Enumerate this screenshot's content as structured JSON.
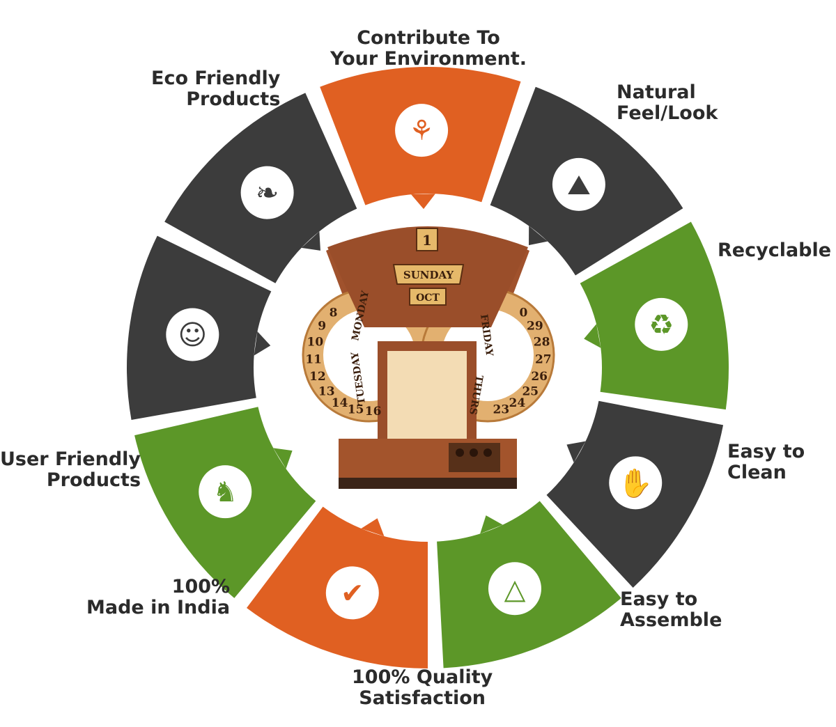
{
  "colors": {
    "dark": "#3c3c3c",
    "orange": "#e06022",
    "green": "#5c9728",
    "text": "#2b2b2b",
    "wood": "#a0522d",
    "wood_light": "#e2b070"
  },
  "features": [
    {
      "id": "contribute",
      "line1": "Contribute To",
      "line2": "Your Environment.",
      "icon": "plant-hands-icon",
      "color": "orange"
    },
    {
      "id": "natural",
      "line1": "Natural",
      "line2": "Feel/Look",
      "icon": "mountain-sun-icon",
      "color": "dark"
    },
    {
      "id": "recyclable",
      "line1": "Recyclable",
      "line2": "",
      "icon": "recycle-icon",
      "color": "green"
    },
    {
      "id": "easy-clean",
      "line1": "Easy to",
      "line2": "Clean",
      "icon": "wipe-hand-icon",
      "color": "dark"
    },
    {
      "id": "easy-assemble",
      "line1": "Easy to",
      "line2": "Assemble",
      "icon": "assemble-triangle-icon",
      "color": "green"
    },
    {
      "id": "quality",
      "line1": "100% Quality",
      "line2": "Satisfaction",
      "icon": "quality-hand-icon",
      "color": "orange"
    },
    {
      "id": "made-india",
      "line1": "100%",
      "line2": "Made in India",
      "icon": "lion-icon",
      "color": "green"
    },
    {
      "id": "user-friendly",
      "line1": "User Friendly",
      "line2": "Products",
      "icon": "office-user-icon",
      "color": "dark"
    },
    {
      "id": "eco-friendly",
      "line1": "Eco Friendly",
      "line2": "Products",
      "icon": "leaf-hand-icon",
      "color": "dark"
    }
  ],
  "calendar": {
    "date": "1",
    "day": "SUNDAY",
    "month": "OCT",
    "left_days": [
      "MONDAY",
      "TUESDAY"
    ],
    "right_days": [
      "FRIDAY",
      "THURS"
    ],
    "left_numbers": [
      "8",
      "9",
      "10",
      "11",
      "12",
      "13",
      "14",
      "15",
      "16"
    ],
    "right_numbers": [
      "0",
      "29",
      "28",
      "27",
      "26",
      "25",
      "24",
      "23"
    ]
  }
}
